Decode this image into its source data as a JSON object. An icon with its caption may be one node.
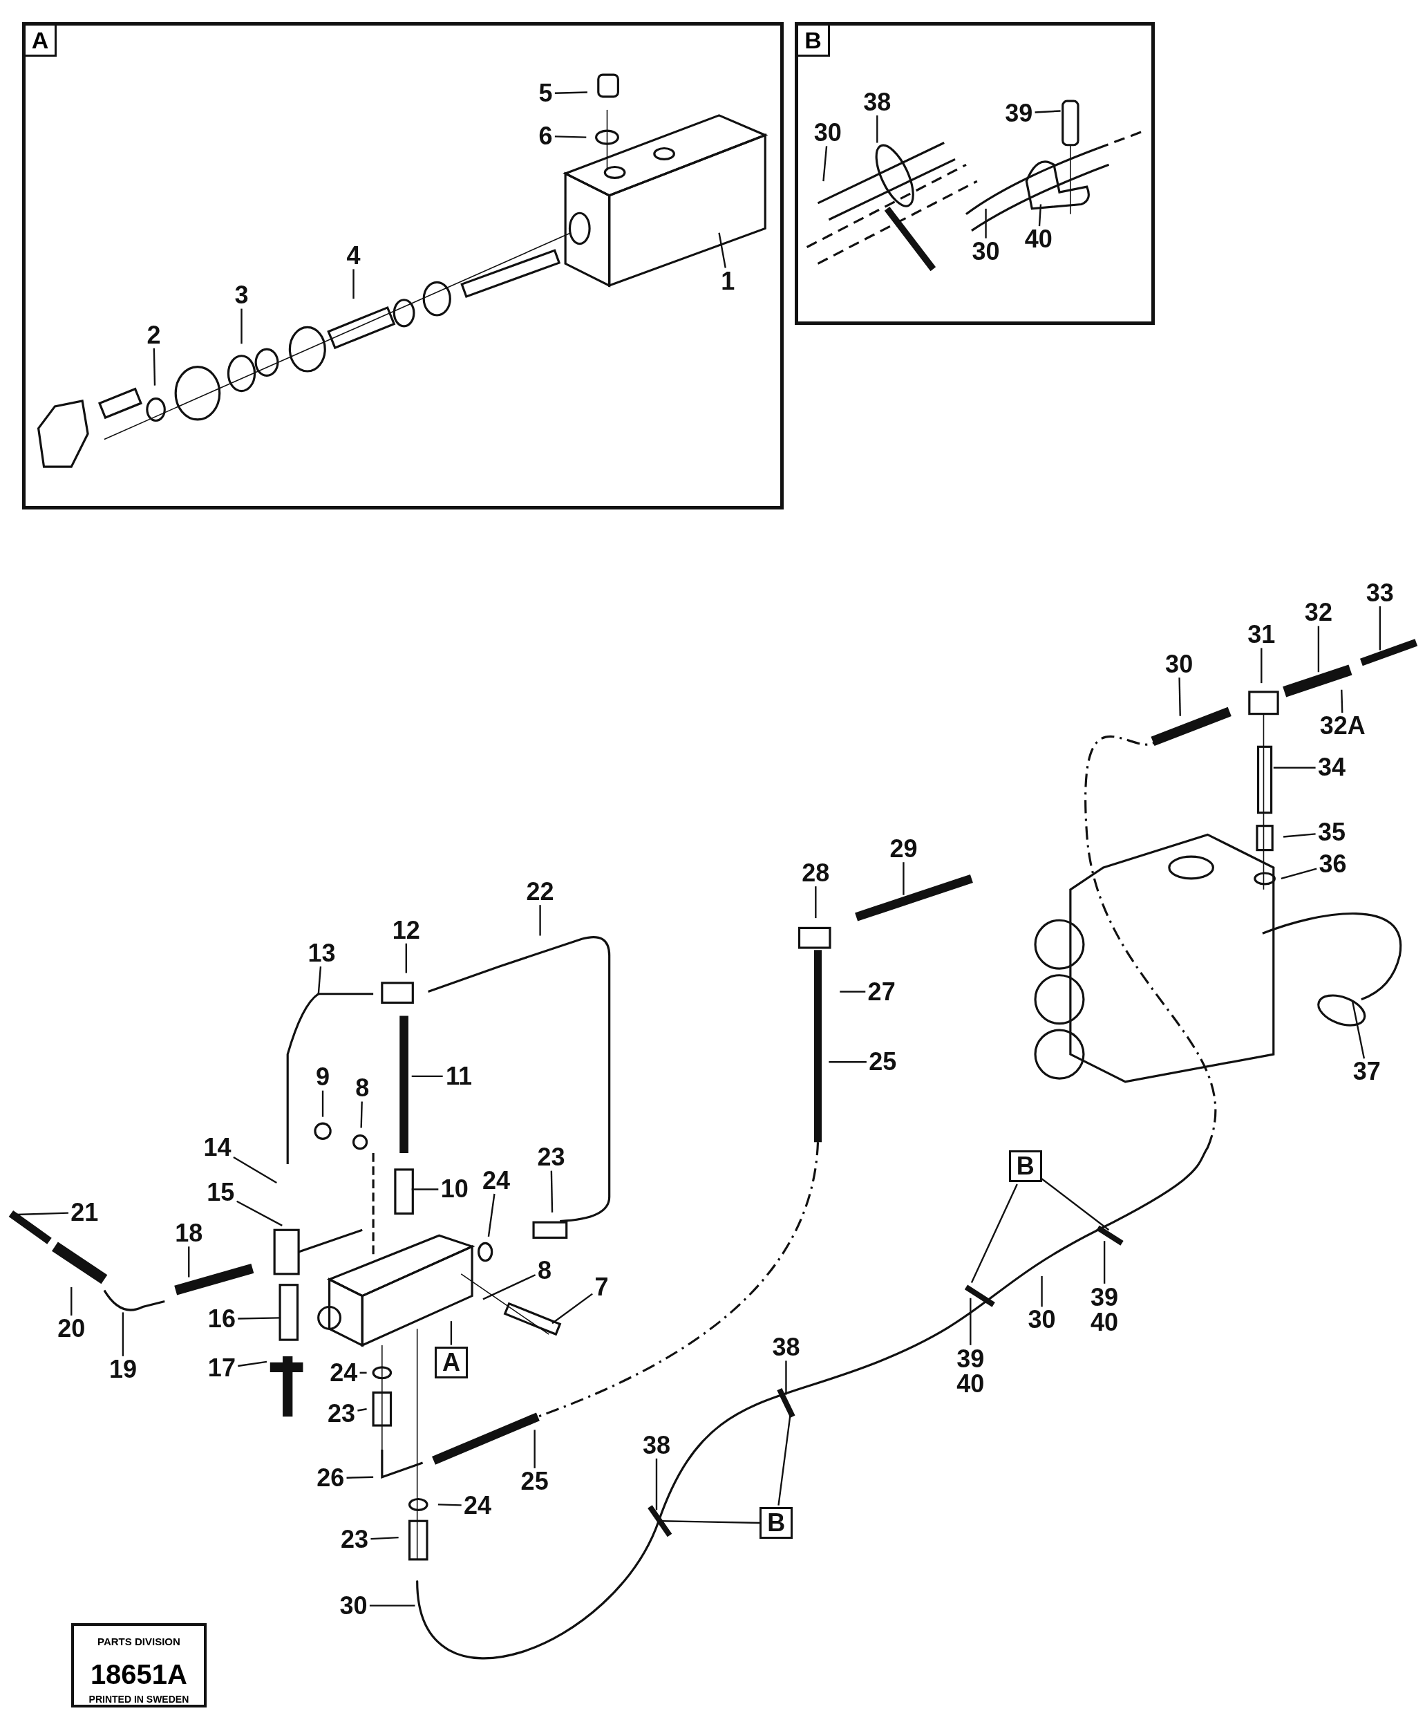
{
  "diagram": {
    "nodes": [
      {
        "text": [
          "A"
        ]
      },
      {
        "text": [
          "5"
        ],
        "in": 0
      },
      {
        "text": [
          "6"
        ],
        "in": 0
      },
      {
        "text": [
          "4"
        ],
        "in": 0
      },
      {
        "text": [
          "1"
        ],
        "in": 0
      },
      {
        "text": [
          "3"
        ],
        "in": 0
      },
      {
        "text": [
          "2"
        ],
        "in": 0
      },
      {
        "text": [
          "B"
        ]
      },
      {
        "text": [
          "38"
        ],
        "in": 7
      },
      {
        "text": [
          "39"
        ],
        "in": 7
      },
      {
        "text": [
          "30"
        ],
        "in": 7
      },
      {
        "text": [
          "40"
        ],
        "in": 7
      },
      {
        "text": [
          "30"
        ],
        "in": 7
      },
      {
        "text": [
          "33"
        ]
      },
      {
        "text": [
          "32"
        ]
      },
      {
        "text": [
          "31"
        ]
      },
      {
        "text": [
          "30"
        ]
      },
      {
        "text": [
          "32A"
        ]
      },
      {
        "text": [
          "34"
        ]
      },
      {
        "text": [
          "35"
        ]
      },
      {
        "text": [
          "29"
        ]
      },
      {
        "text": [
          "36"
        ]
      },
      {
        "text": [
          "28"
        ]
      },
      {
        "text": [
          "22"
        ]
      },
      {
        "text": [
          "12"
        ]
      },
      {
        "text": [
          "13"
        ]
      },
      {
        "text": [
          "27"
        ]
      },
      {
        "text": [
          "25"
        ]
      },
      {
        "text": [
          "37"
        ]
      },
      {
        "text": [
          "11"
        ]
      },
      {
        "text": [
          "9"
        ]
      },
      {
        "text": [
          "8"
        ]
      },
      {
        "text": [
          "14"
        ]
      },
      {
        "text": [
          "23"
        ]
      },
      {
        "text": [
          "B"
        ]
      },
      {
        "text": [
          "24"
        ]
      },
      {
        "text": [
          "10"
        ]
      },
      {
        "text": [
          "15"
        ]
      },
      {
        "text": [
          "21"
        ]
      },
      {
        "text": [
          "18"
        ]
      },
      {
        "text": [
          "8"
        ]
      },
      {
        "text": [
          "7"
        ]
      },
      {
        "text": [
          "39",
          "40"
        ]
      },
      {
        "text": [
          "30"
        ]
      },
      {
        "text": [
          "16"
        ]
      },
      {
        "text": [
          "20"
        ]
      },
      {
        "text": [
          "38"
        ]
      },
      {
        "text": [
          "A"
        ]
      },
      {
        "text": [
          "39",
          "40"
        ]
      },
      {
        "text": [
          "17"
        ]
      },
      {
        "text": [
          "19"
        ]
      },
      {
        "text": [
          "24"
        ]
      },
      {
        "text": [
          "23"
        ]
      },
      {
        "text": [
          "38"
        ]
      },
      {
        "text": [
          "26"
        ]
      },
      {
        "text": [
          "25"
        ]
      },
      {
        "text": [
          "24"
        ]
      },
      {
        "text": [
          "B"
        ]
      },
      {
        "text": [
          "23"
        ]
      },
      {
        "text": [
          "30"
        ]
      }
    ],
    "edges": [
      {
        "from": 1,
        "to": null,
        "arrow": "none"
      },
      {
        "from": 2,
        "to": null,
        "arrow": "none"
      },
      {
        "from": 3,
        "to": null,
        "arrow": "none"
      },
      {
        "from": 4,
        "to": null,
        "arrow": "none"
      },
      {
        "from": 5,
        "to": null,
        "arrow": "none"
      },
      {
        "from": 6,
        "to": null,
        "arrow": "none"
      },
      {
        "from": 8,
        "to": null,
        "arrow": "none"
      },
      {
        "from": 9,
        "to": null,
        "arrow": "none"
      },
      {
        "from": 10,
        "to": null,
        "arrow": "none"
      },
      {
        "from": 11,
        "to": null,
        "arrow": "none"
      },
      {
        "from": 12,
        "to": null,
        "arrow": "none"
      },
      {
        "from": 13,
        "to": null,
        "arrow": "none"
      },
      {
        "from": 14,
        "to": null,
        "arrow": "none"
      },
      {
        "from": 15,
        "to": null,
        "arrow": "none"
      },
      {
        "from": 16,
        "to": null,
        "arrow": "none"
      },
      {
        "from": 17,
        "to": null,
        "arrow": "none"
      },
      {
        "from": 18,
        "to": null,
        "arrow": "none"
      },
      {
        "from": 19,
        "to": null,
        "arrow": "none"
      },
      {
        "from": 20,
        "to": null,
        "arrow": "none"
      },
      {
        "from": 21,
        "to": null,
        "arrow": "none"
      },
      {
        "from": 22,
        "to": null,
        "arrow": "none"
      },
      {
        "from": 23,
        "to": null,
        "arrow": "none"
      },
      {
        "from": 24,
        "to": null,
        "arrow": "none"
      },
      {
        "from": 25,
        "to": null,
        "arrow": "none"
      },
      {
        "from": 26,
        "to": null,
        "arrow": "none"
      },
      {
        "from": 27,
        "to": null,
        "arrow": "none"
      },
      {
        "from": 28,
        "to": null,
        "arrow": "none"
      },
      {
        "from": 29,
        "to": null,
        "arrow": "none"
      },
      {
        "from": 30,
        "to": null,
        "arrow": "none"
      },
      {
        "from": 31,
        "to": null,
        "arrow": "none"
      },
      {
        "from": 32,
        "to": null,
        "arrow": "none"
      },
      {
        "from": 33,
        "to": null,
        "arrow": "none"
      },
      {
        "from": 34,
        "to": null,
        "arrow": "none"
      },
      {
        "from": 34,
        "to": null,
        "arrow": "none"
      },
      {
        "from": 35,
        "to": null,
        "arrow": "none"
      },
      {
        "from": 36,
        "to": null,
        "arrow": "none"
      },
      {
        "from": 37,
        "to": null,
        "arrow": "none"
      },
      {
        "from": 38,
        "to": null,
        "arrow": "none"
      },
      {
        "from": 39,
        "to": null,
        "arrow": "none"
      },
      {
        "from": 40,
        "to": null,
        "arrow": "none"
      },
      {
        "from": 41,
        "to": null,
        "arrow": "none"
      },
      {
        "from": 42,
        "to": null,
        "arrow": "none"
      },
      {
        "from": 43,
        "to": null,
        "arrow": "none"
      },
      {
        "from": 44,
        "to": null,
        "arrow": "none"
      },
      {
        "from": 45,
        "to": null,
        "arrow": "none"
      },
      {
        "from": 46,
        "to": null,
        "arrow": "none"
      },
      {
        "from": 47,
        "to": null,
        "arrow": "none"
      },
      {
        "from": 48,
        "to": null,
        "arrow": "none"
      },
      {
        "from": 49,
        "to": null,
        "arrow": "none"
      },
      {
        "from": 50,
        "to": null,
        "arrow": "none"
      },
      {
        "from": 51,
        "to": null,
        "arrow": "none"
      },
      {
        "from": 52,
        "to": null,
        "arrow": "none"
      },
      {
        "from": 53,
        "to": null,
        "arrow": "none"
      },
      {
        "from": 54,
        "to": null,
        "arrow": "none"
      },
      {
        "from": 55,
        "to": null,
        "arrow": "none"
      },
      {
        "from": 56,
        "to": null,
        "arrow": "none"
      },
      {
        "from": 57,
        "to": null,
        "arrow": "none"
      },
      {
        "from": 57,
        "to": null,
        "arrow": "none"
      },
      {
        "from": 58,
        "to": null,
        "arrow": "none"
      },
      {
        "from": 59,
        "to": null,
        "arrow": "none"
      }
    ],
    "labels": [
      "PARTS DIVISION",
      "18651A",
      "PRINTED IN SWEDEN"
    ]
  }
}
